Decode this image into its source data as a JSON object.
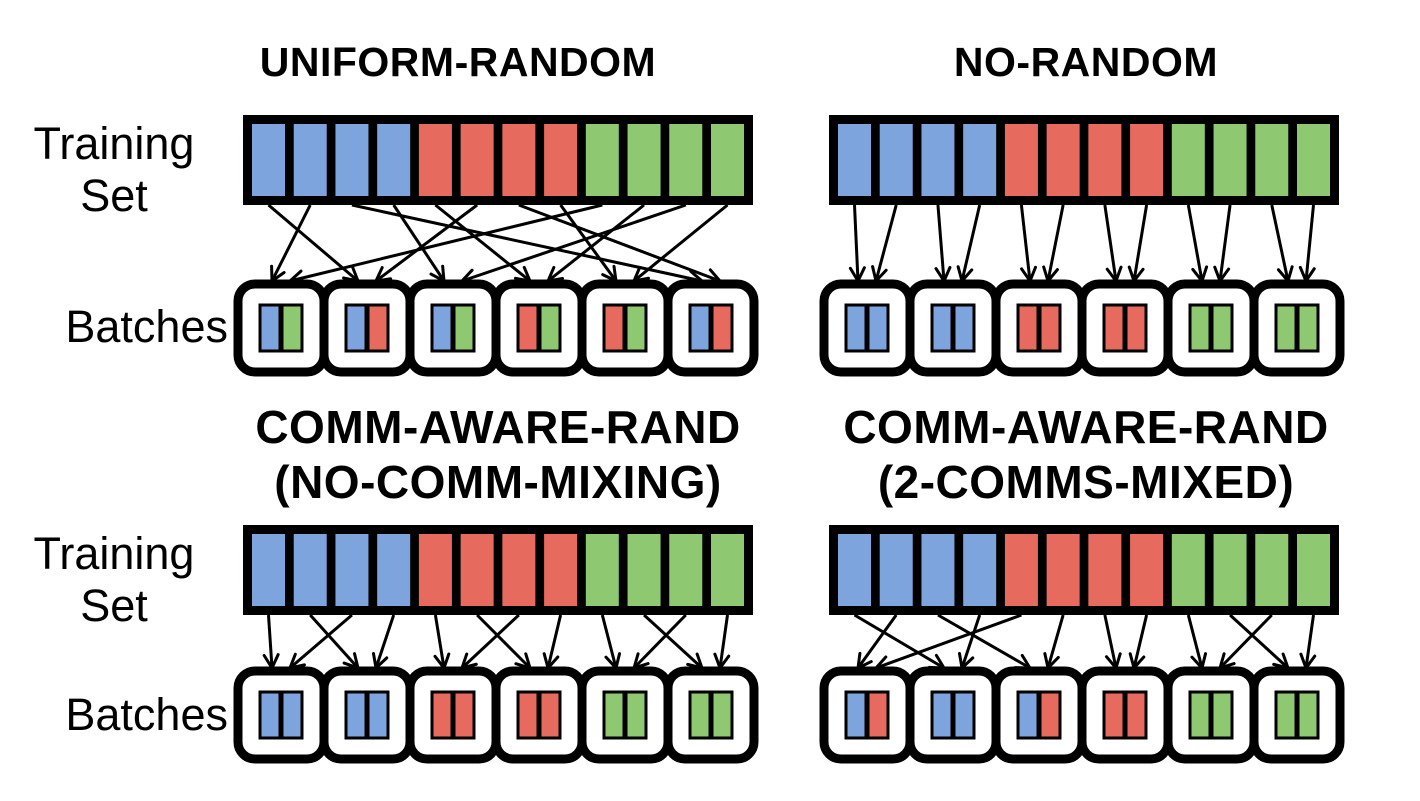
{
  "figure": {
    "background": "#ffffff",
    "colors": {
      "blue": "#7da4dc",
      "red": "#e76a5f",
      "green": "#8ec971",
      "line": "#000000",
      "box_fill": "#ffffff"
    },
    "labels": {
      "training_set": [
        "Training",
        "Set"
      ],
      "batches": "Batches"
    },
    "panels": [
      {
        "id": "uniform-random",
        "title_lines": [
          "UNIFORM-RANDOM"
        ],
        "training_cells": [
          "blue",
          "blue",
          "blue",
          "blue",
          "red",
          "red",
          "red",
          "red",
          "green",
          "green",
          "green",
          "green"
        ],
        "batches": [
          [
            "blue",
            "green"
          ],
          [
            "blue",
            "red"
          ],
          [
            "blue",
            "green"
          ],
          [
            "red",
            "green"
          ],
          [
            "red",
            "green"
          ],
          [
            "blue",
            "red"
          ]
        ],
        "arrows": [
          [
            0,
            1,
            0
          ],
          [
            1,
            0,
            0
          ],
          [
            2,
            5,
            0
          ],
          [
            3,
            2,
            0
          ],
          [
            4,
            3,
            0
          ],
          [
            5,
            1,
            1
          ],
          [
            6,
            5,
            1
          ],
          [
            7,
            4,
            0
          ],
          [
            8,
            0,
            1
          ],
          [
            9,
            3,
            1
          ],
          [
            10,
            2,
            1
          ],
          [
            11,
            4,
            1
          ]
        ]
      },
      {
        "id": "no-random",
        "title_lines": [
          "NO-RANDOM"
        ],
        "training_cells": [
          "blue",
          "blue",
          "blue",
          "blue",
          "red",
          "red",
          "red",
          "red",
          "green",
          "green",
          "green",
          "green"
        ],
        "batches": [
          [
            "blue",
            "blue"
          ],
          [
            "blue",
            "blue"
          ],
          [
            "red",
            "red"
          ],
          [
            "red",
            "red"
          ],
          [
            "green",
            "green"
          ],
          [
            "green",
            "green"
          ]
        ],
        "arrows": [
          [
            0,
            0,
            0
          ],
          [
            1,
            0,
            1
          ],
          [
            2,
            1,
            0
          ],
          [
            3,
            1,
            1
          ],
          [
            4,
            2,
            0
          ],
          [
            5,
            2,
            1
          ],
          [
            6,
            3,
            0
          ],
          [
            7,
            3,
            1
          ],
          [
            8,
            4,
            0
          ],
          [
            9,
            4,
            1
          ],
          [
            10,
            5,
            0
          ],
          [
            11,
            5,
            1
          ]
        ]
      },
      {
        "id": "comm-aware-rand-no-comm-mixing",
        "title_lines": [
          "COMM-AWARE-RAND",
          "(NO-COMM-MIXING)"
        ],
        "training_cells": [
          "blue",
          "blue",
          "blue",
          "blue",
          "red",
          "red",
          "red",
          "red",
          "green",
          "green",
          "green",
          "green"
        ],
        "batches": [
          [
            "blue",
            "blue"
          ],
          [
            "blue",
            "blue"
          ],
          [
            "red",
            "red"
          ],
          [
            "red",
            "red"
          ],
          [
            "green",
            "green"
          ],
          [
            "green",
            "green"
          ]
        ],
        "arrows": [
          [
            0,
            0,
            0
          ],
          [
            1,
            1,
            0
          ],
          [
            2,
            0,
            1
          ],
          [
            3,
            1,
            1
          ],
          [
            4,
            2,
            0
          ],
          [
            5,
            3,
            0
          ],
          [
            6,
            2,
            1
          ],
          [
            7,
            3,
            1
          ],
          [
            8,
            4,
            0
          ],
          [
            9,
            5,
            0
          ],
          [
            10,
            4,
            1
          ],
          [
            11,
            5,
            1
          ]
        ]
      },
      {
        "id": "comm-aware-rand-2-comms-mixed",
        "title_lines": [
          "COMM-AWARE-RAND",
          "(2-COMMS-MIXED)"
        ],
        "training_cells": [
          "blue",
          "blue",
          "blue",
          "blue",
          "red",
          "red",
          "red",
          "red",
          "green",
          "green",
          "green",
          "green"
        ],
        "batches": [
          [
            "blue",
            "red"
          ],
          [
            "blue",
            "blue"
          ],
          [
            "blue",
            "red"
          ],
          [
            "red",
            "red"
          ],
          [
            "green",
            "green"
          ],
          [
            "green",
            "green"
          ]
        ],
        "arrows": [
          [
            0,
            1,
            0
          ],
          [
            1,
            0,
            0
          ],
          [
            2,
            2,
            0
          ],
          [
            3,
            1,
            1
          ],
          [
            4,
            0,
            1
          ],
          [
            5,
            2,
            1
          ],
          [
            6,
            3,
            0
          ],
          [
            7,
            3,
            1
          ],
          [
            8,
            4,
            0
          ],
          [
            9,
            5,
            0
          ],
          [
            10,
            4,
            1
          ],
          [
            11,
            5,
            1
          ]
        ]
      }
    ]
  }
}
